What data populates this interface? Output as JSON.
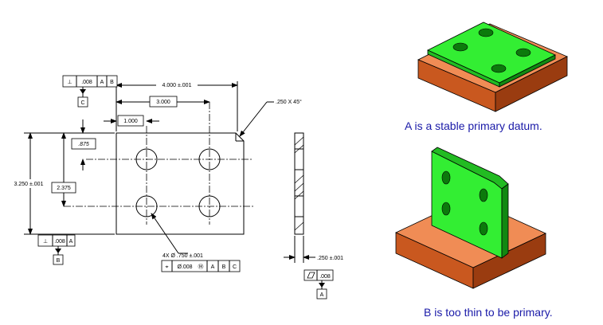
{
  "drawing": {
    "dims": {
      "width": "4.000 ±.001",
      "hole_x": "3.000",
      "first_hole_x": "1.000",
      "chamfer": ".250 X 45°",
      "height": "3.250 ±.001",
      "first_hole_y": ".875",
      "hole_y": "2.375",
      "thickness": ".250 ±.001",
      "hole_count": "4X Ø .750 ±.001"
    },
    "fcf_top": {
      "symbol": "⊥",
      "tol": ".008",
      "d1": "A",
      "d2": "B",
      "datum": "C"
    },
    "fcf_bottom": {
      "symbol": "⊥",
      "tol": ".008",
      "d1": "A",
      "datum": "B"
    },
    "fcf_position": {
      "symbol": "⌖",
      "tol": "Ø.008",
      "mod": "Ⓜ",
      "d1": "A",
      "d2": "B",
      "d3": "C"
    },
    "fcf_flat": {
      "symbol": "▱",
      "tol": ".008",
      "datum": "A"
    }
  },
  "captions": {
    "stable": "A is a stable primary datum.",
    "thin": "B is too thin to be primary."
  },
  "colors": {
    "plate": "#22dd22",
    "base": "#e07030",
    "caption": "#1a1aa8"
  }
}
